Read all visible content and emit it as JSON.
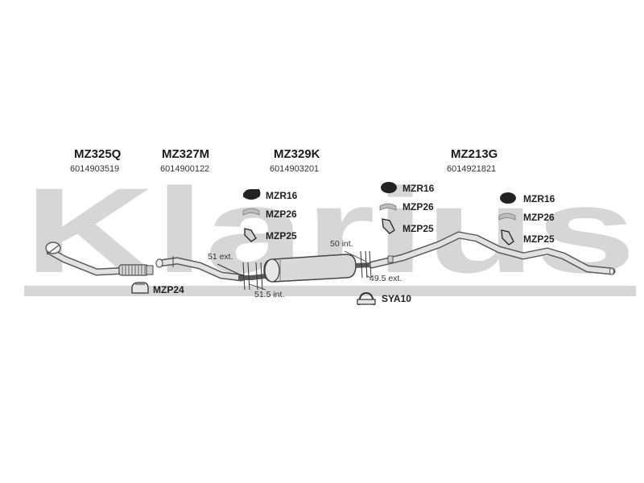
{
  "watermark": {
    "text": "Klarius",
    "color": "#d6d6d6"
  },
  "parts": [
    {
      "code": "MZ325Q",
      "number": "6014903519"
    },
    {
      "code": "MZ327M",
      "number": "6014900122"
    },
    {
      "code": "MZ329K",
      "number": "6014903201"
    },
    {
      "code": "MZ213G",
      "number": "6014921821"
    }
  ],
  "accessories": {
    "group1": [
      "MZR16",
      "MZP26",
      "MZP25"
    ],
    "group2": [
      "MZR16",
      "MZP26",
      "MZP25"
    ],
    "group3": [
      "MZR16",
      "MZP26",
      "MZP25"
    ],
    "mzp24": "MZP24",
    "sya10": "SYA10"
  },
  "dimensions": {
    "d51ext": "51 ext.",
    "d515int": "51.5 int.",
    "d50int": "50 int.",
    "d495ext": "49.5 ext."
  },
  "colors": {
    "pipe_fill": "#e2e2e2",
    "pipe_stroke": "#5a5a5a",
    "rubber": "#222222"
  }
}
